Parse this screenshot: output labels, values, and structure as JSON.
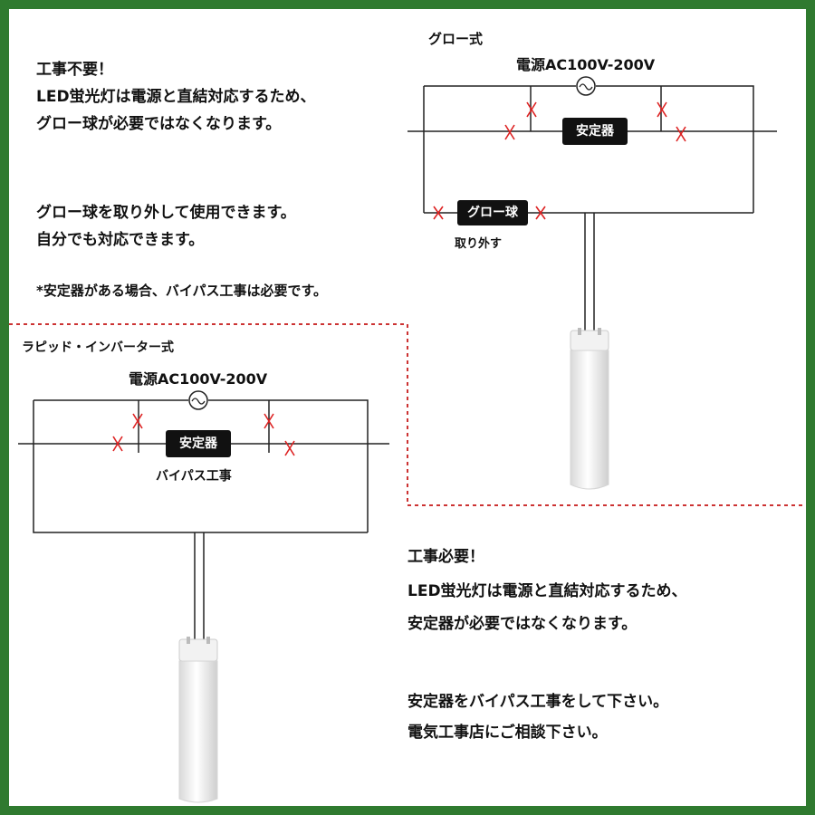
{
  "colors": {
    "frame": "#2f7a2f",
    "x_mark": "#d22",
    "dashed": "#c33",
    "wire": "#222"
  },
  "left_note": {
    "heading": "工事不要！",
    "line1": "LED蛍光灯は電源と直結対応するため、",
    "line2": "グロー球が必要ではなくなります。",
    "line3": "グロー球を取り外して使用できます。",
    "line4": "自分でも対応できます。",
    "footnote": "*安定器がある場合、バイパス工事は必要です。"
  },
  "glow_diagram": {
    "title": "グロー式",
    "power": "電源AC100V-200V",
    "ballast": "安定器",
    "starter": "グロー球",
    "starter_note": "取り外す"
  },
  "rapid_diagram": {
    "title": "ラピッド・インバーター式",
    "power": "電源AC100V-200V",
    "ballast": "安定器",
    "bypass": "バイパス工事"
  },
  "right_note": {
    "heading": "工事必要！",
    "line1": "LED蛍光灯は電源と直結対応するため、",
    "line2": "安定器が必要ではなくなります。",
    "line3": "安定器をバイパス工事をして下さい。",
    "line4": "電気工事店にご相談下さい。"
  },
  "icons": [
    "ac-source-icon",
    "x-mark-icon",
    "led-lamp-icon"
  ]
}
